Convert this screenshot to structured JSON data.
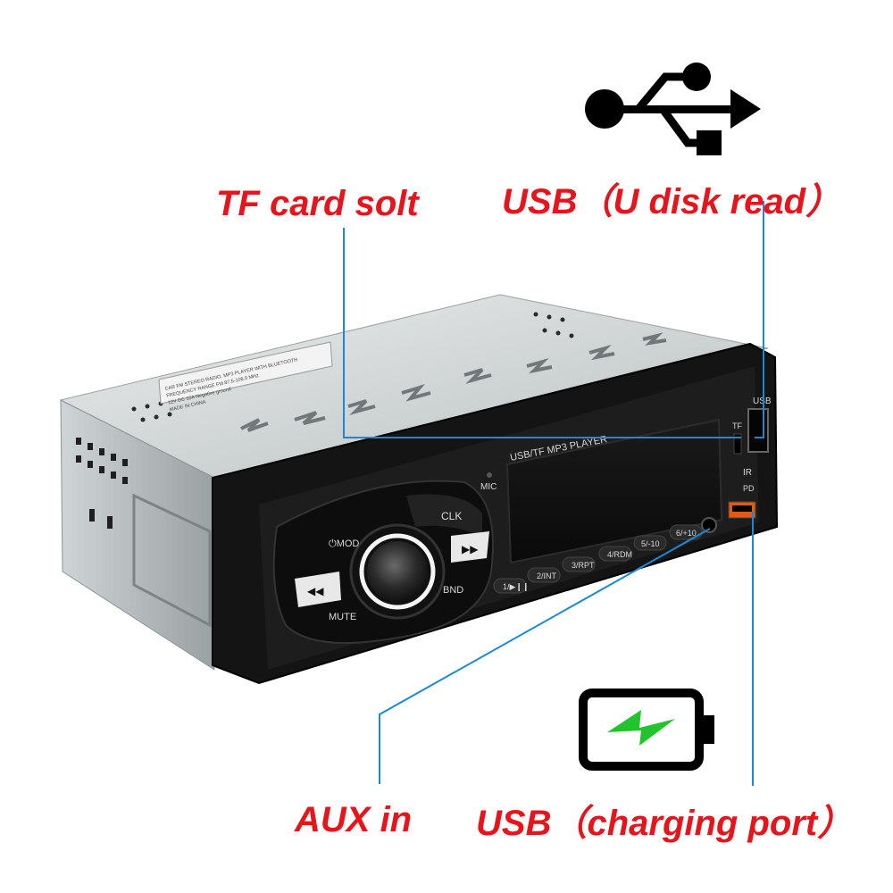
{
  "callouts": {
    "tf_card": "TF card solt",
    "usb_read": "USB（U disk read）",
    "aux": "AUX in",
    "usb_charge": "USB（charging port）"
  },
  "front_panel": {
    "display_title": "USB/TF MP3 PLAYER",
    "mic": "MIC",
    "clk": "CLK",
    "mod": "⏻MOD",
    "mute": "MUTE",
    "band": "BND",
    "usb": "USB",
    "tf": "TF",
    "ir": "IR",
    "pd": "PD",
    "presets": [
      "1/▶❙❙",
      "2/INT",
      "3/RPT",
      "4/RDM",
      "5/-10",
      "6/+10"
    ]
  },
  "sticker": {
    "line1": "CAR FM STEREO RADIO, MP3 PLAYER WITH BLUETOOTH",
    "line2": "FREQUENCY RANGE FM 87.5-108.0 MHz",
    "line3": "12V DC 10A Negative ground",
    "line4": "MADE IN CHINA"
  },
  "colors": {
    "callout_text": "#e8141b",
    "leader_line": "#1e88d8",
    "charge_bolt": "#22c42e",
    "usb_port": "#e05a1a"
  },
  "icons": [
    "usb-symbol-icon",
    "battery-charging-icon"
  ]
}
